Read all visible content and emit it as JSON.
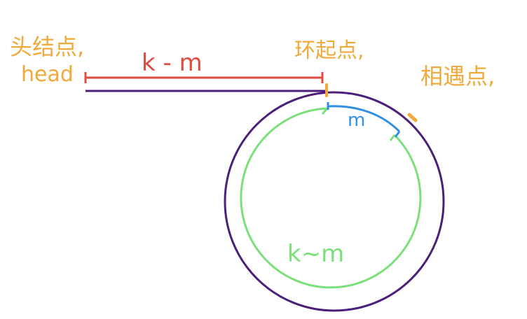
{
  "labels": {
    "head_line1": "头结点,",
    "head_line2": "head",
    "cycle_start": "环起点,",
    "meeting_point": "相遇点,",
    "top_segment": "k - m",
    "arc_m": "m",
    "inner_arc": "k~m"
  },
  "colors": {
    "annotation_text": "#f0a93a",
    "segment_red": "#e04a3f",
    "path_purple": "#4b1f7a",
    "arc_blue": "#2f8fe0",
    "arc_green": "#7be07a",
    "marker_orange": "#f0a93a"
  }
}
